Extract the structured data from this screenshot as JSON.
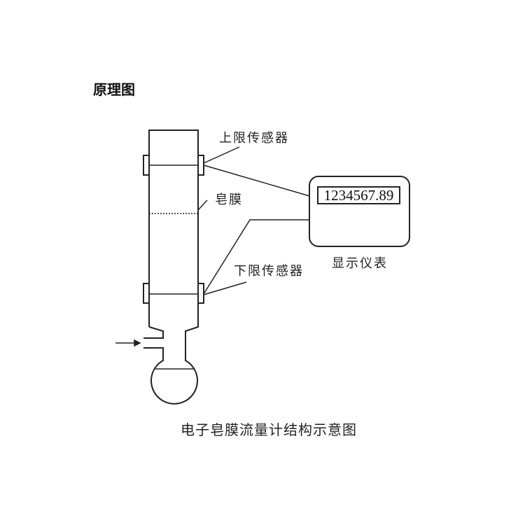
{
  "header": {
    "title": "原理图"
  },
  "diagram": {
    "labels": {
      "upper_sensor": "上限传感器",
      "soap_film": "皂膜",
      "lower_sensor": "下限传感器",
      "display_meter": "显示仪表"
    },
    "display_value": "1234567.89",
    "caption": "电子皂膜流量计结构示意图"
  }
}
